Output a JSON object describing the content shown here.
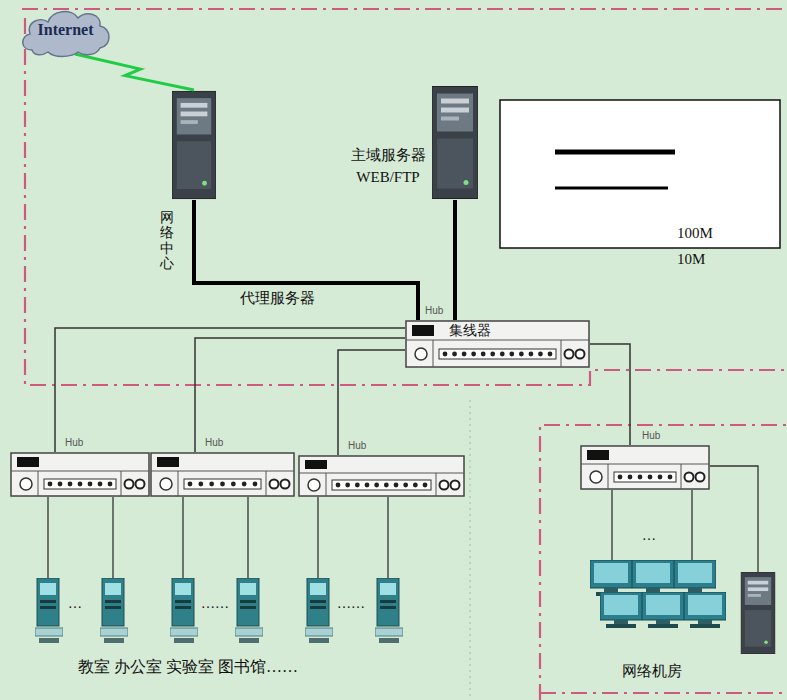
{
  "diagram": {
    "nodes": [
      {
        "text": [
          "Internet"
        ]
      },
      {
        "text": [
          "网络中心"
        ]
      },
      {
        "text": [
          "主域服务器 WEB/FTP"
        ]
      },
      {
        "text": [
          "Hub",
          "集线器"
        ]
      },
      {
        "text": [
          "Hub"
        ]
      },
      {
        "text": [
          "Hub"
        ]
      },
      {
        "text": [
          "Hub"
        ]
      },
      {
        "text": [
          "Hub"
        ]
      }
    ],
    "edges": [
      {
        "from": 0,
        "to": 1,
        "arrow": "none"
      },
      {
        "from": 1,
        "to": 3,
        "arrow": "none"
      },
      {
        "from": 2,
        "to": 3,
        "arrow": "none"
      },
      {
        "from": 3,
        "to": 4,
        "arrow": "none"
      },
      {
        "from": 3,
        "to": 5,
        "arrow": "none"
      },
      {
        "from": 3,
        "to": 6,
        "arrow": "none"
      },
      {
        "from": 3,
        "to": 7,
        "arrow": "none"
      }
    ],
    "labels": [
      "代理服务器",
      "…",
      "……",
      "……",
      "…",
      "教室 办公室 实验室 图书馆……",
      "网络机房"
    ],
    "legend": [
      {
        "text": "100M"
      },
      {
        "text": "10M"
      }
    ]
  }
}
